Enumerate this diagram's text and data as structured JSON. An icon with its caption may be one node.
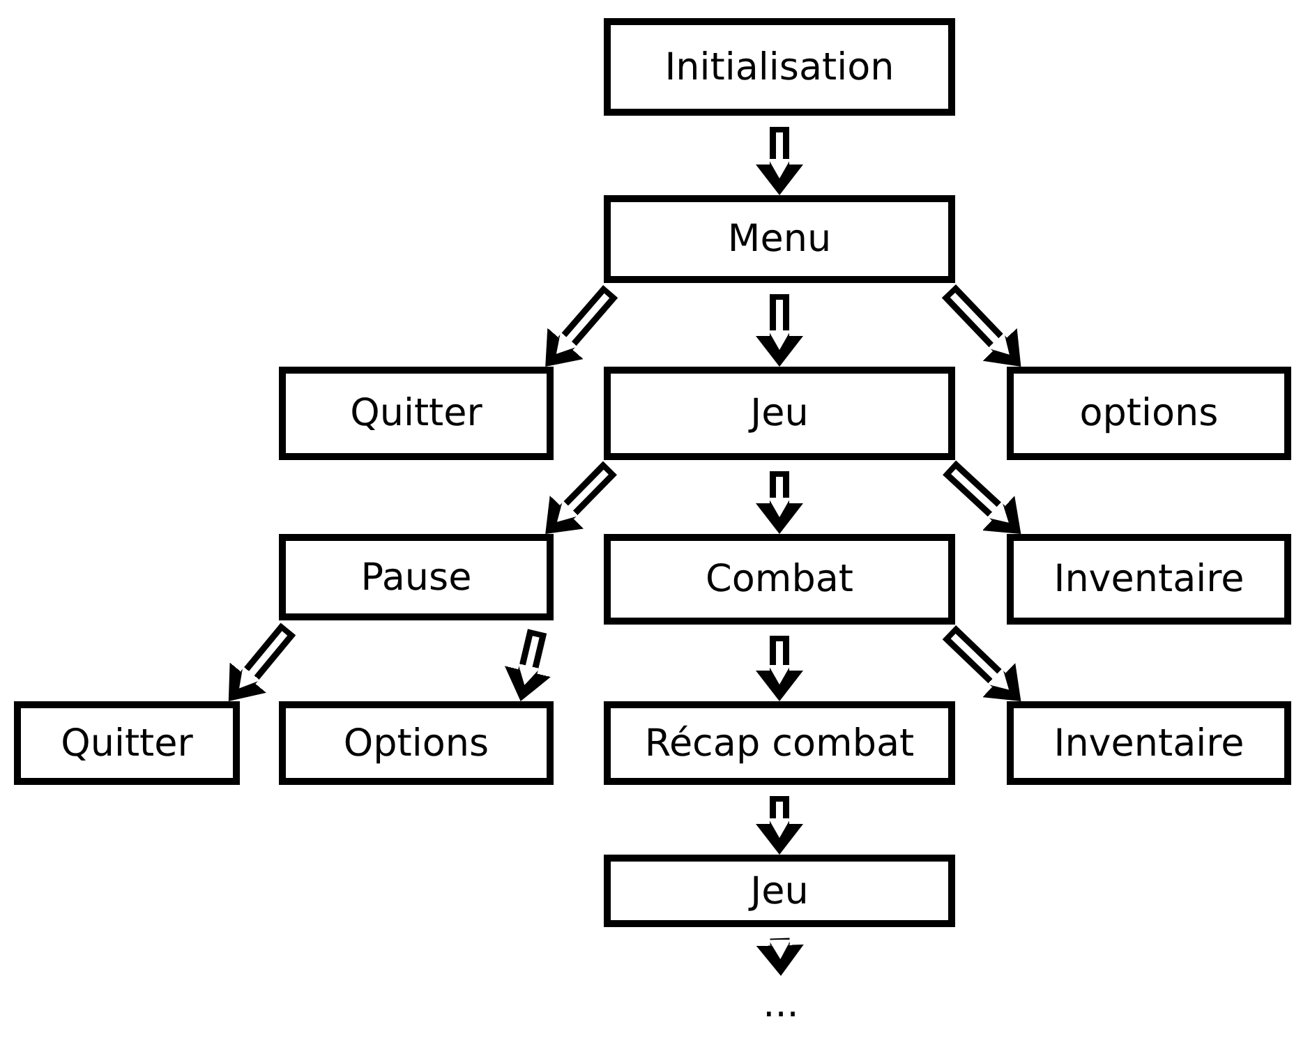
{
  "diagram": {
    "nodes": [
      {
        "text": [
          "Initialisation"
        ]
      },
      {
        "text": [
          "Menu"
        ]
      },
      {
        "text": [
          "Quitter"
        ]
      },
      {
        "text": [
          "Jeu"
        ]
      },
      {
        "text": [
          "options"
        ]
      },
      {
        "text": [
          "Pause"
        ]
      },
      {
        "text": [
          "Combat"
        ]
      },
      {
        "text": [
          "Inventaire"
        ]
      },
      {
        "text": [
          "Quitter"
        ]
      },
      {
        "text": [
          "Options"
        ]
      },
      {
        "text": [
          "Récap combat"
        ]
      },
      {
        "text": [
          "Inventaire"
        ]
      },
      {
        "text": [
          "Jeu"
        ]
      },
      {
        "text": [
          "..."
        ]
      }
    ],
    "edges": [
      {
        "from": 0,
        "to": 1,
        "arrow": "to"
      },
      {
        "from": 1,
        "to": 2,
        "arrow": "to"
      },
      {
        "from": 1,
        "to": 3,
        "arrow": "to"
      },
      {
        "from": 1,
        "to": 4,
        "arrow": "to"
      },
      {
        "from": 3,
        "to": 5,
        "arrow": "to"
      },
      {
        "from": 3,
        "to": 6,
        "arrow": "to"
      },
      {
        "from": 3,
        "to": 7,
        "arrow": "to"
      },
      {
        "from": 5,
        "to": 8,
        "arrow": "to"
      },
      {
        "from": 5,
        "to": 9,
        "arrow": "to"
      },
      {
        "from": 6,
        "to": 10,
        "arrow": "to"
      },
      {
        "from": 6,
        "to": 11,
        "arrow": "to"
      },
      {
        "from": 10,
        "to": 12,
        "arrow": "to"
      },
      {
        "from": 12,
        "to": 13,
        "arrow": "to"
      }
    ]
  }
}
